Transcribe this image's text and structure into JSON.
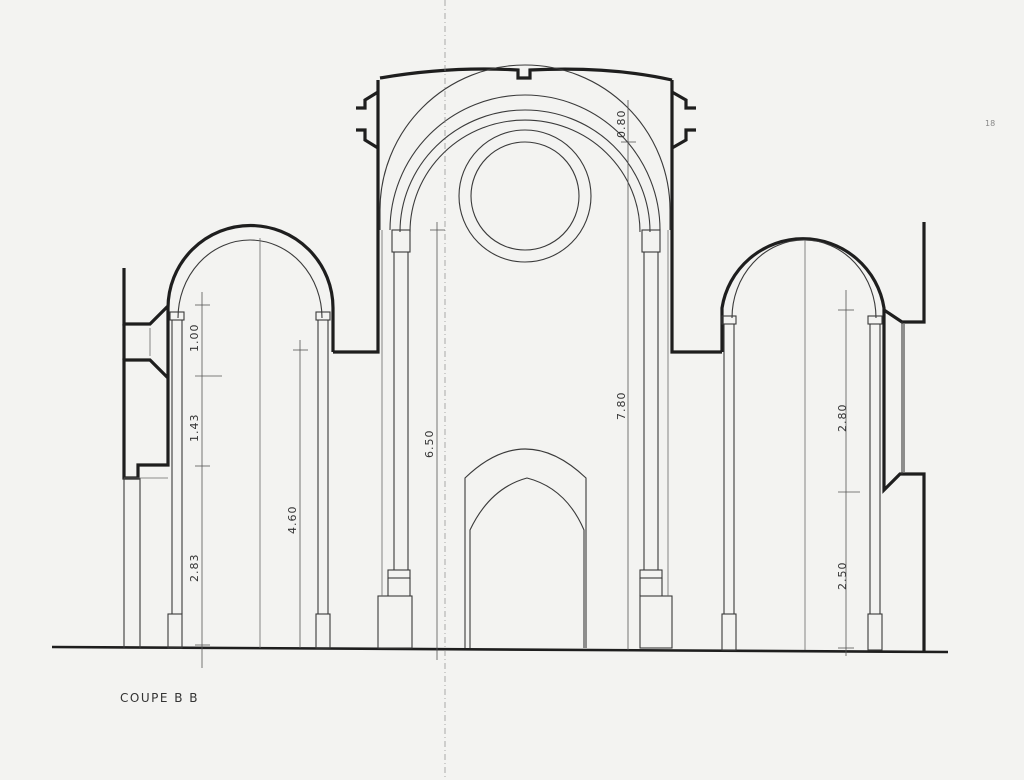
{
  "drawing": {
    "caption": "COUPE B B",
    "margin_note": "18"
  },
  "dimensions": {
    "left_window_top": "1.00",
    "left_window_mid": "1.43",
    "left_pier_low": "2.83",
    "left_arch_height": "4.60",
    "nave_pier_height": "6.50",
    "nave_arch_thickness": "0.80",
    "nave_right_height": "7.80",
    "right_upper": "2.80",
    "right_lower": "2.50"
  }
}
